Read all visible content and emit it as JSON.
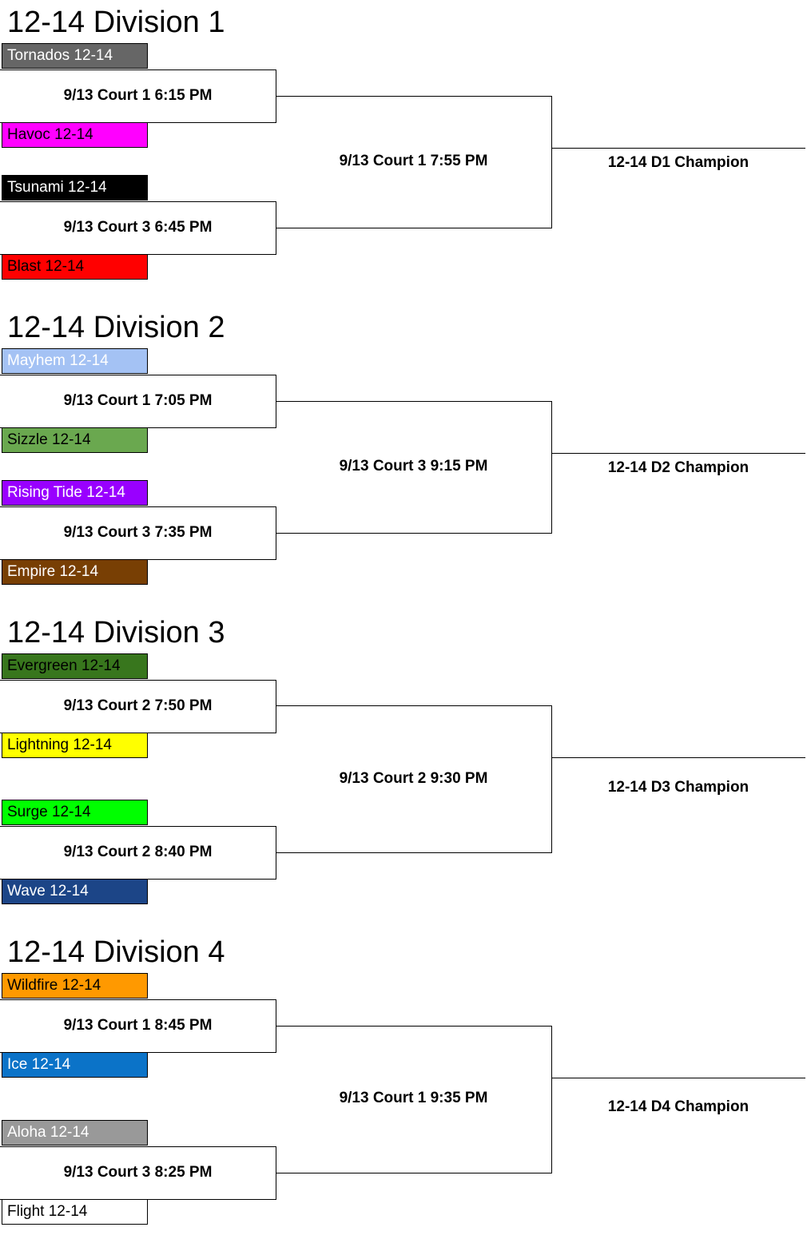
{
  "divisions": [
    {
      "title": "12-14 Division 1",
      "teams": [
        {
          "name": "Tornados 12-14",
          "bg": "#666666",
          "fg": "#ffffff"
        },
        {
          "name": "Havoc 12-14",
          "bg": "#ff00ff",
          "fg": "#000000"
        },
        {
          "name": "Tsunami 12-14",
          "bg": "#000000",
          "fg": "#ffffff"
        },
        {
          "name": "Blast 12-14",
          "bg": "#ff0000",
          "fg": "#000000"
        }
      ],
      "games": [
        "9/13 Court 1 6:15 PM",
        "9/13 Court 3 6:45 PM"
      ],
      "final": "9/13 Court 1 7:55 PM",
      "champion": "12-14 D1 Champion"
    },
    {
      "title": "12-14 Division 2",
      "teams": [
        {
          "name": "Mayhem 12-14",
          "bg": "#a4c2f4",
          "fg": "#ffffff"
        },
        {
          "name": "Sizzle 12-14",
          "bg": "#6aa84f",
          "fg": "#000000"
        },
        {
          "name": "Rising Tide 12-14",
          "bg": "#9900ff",
          "fg": "#ffffff"
        },
        {
          "name": "Empire 12-14",
          "bg": "#783f04",
          "fg": "#ffffff"
        }
      ],
      "games": [
        "9/13 Court 1 7:05 PM",
        "9/13 Court 3 7:35 PM"
      ],
      "final": "9/13 Court 3 9:15 PM",
      "champion": "12-14 D2 Champion"
    },
    {
      "title": "12-14 Division 3",
      "teams": [
        {
          "name": "Evergreen 12-14",
          "bg": "#38761d",
          "fg": "#000000"
        },
        {
          "name": "Lightning 12-14",
          "bg": "#ffff00",
          "fg": "#000000"
        },
        {
          "name": "Surge 12-14",
          "bg": "#00ff00",
          "fg": "#000000"
        },
        {
          "name": "Wave 12-14",
          "bg": "#1c4587",
          "fg": "#ffffff"
        }
      ],
      "games": [
        "9/13 Court 2 7:50 PM",
        "9/13 Court 2 8:40 PM"
      ],
      "final": "9/13 Court 2 9:30 PM",
      "champion": "12-14 D3 Champion"
    },
    {
      "title": "12-14 Division 4",
      "teams": [
        {
          "name": "Wildfire 12-14",
          "bg": "#ff9900",
          "fg": "#000000"
        },
        {
          "name": "Ice 12-14",
          "bg": "#0b73c8",
          "fg": "#ffffff"
        },
        {
          "name": "Aloha 12-14",
          "bg": "#999999",
          "fg": "#ffffff"
        },
        {
          "name": "Flight 12-14",
          "bg": "#ffffff",
          "fg": "#000000"
        }
      ],
      "games": [
        "9/13 Court 1 8:45 PM",
        "9/13 Court 3 8:25 PM"
      ],
      "final": "9/13 Court 1 9:35 PM",
      "champion": "12-14 D4 Champion"
    }
  ]
}
